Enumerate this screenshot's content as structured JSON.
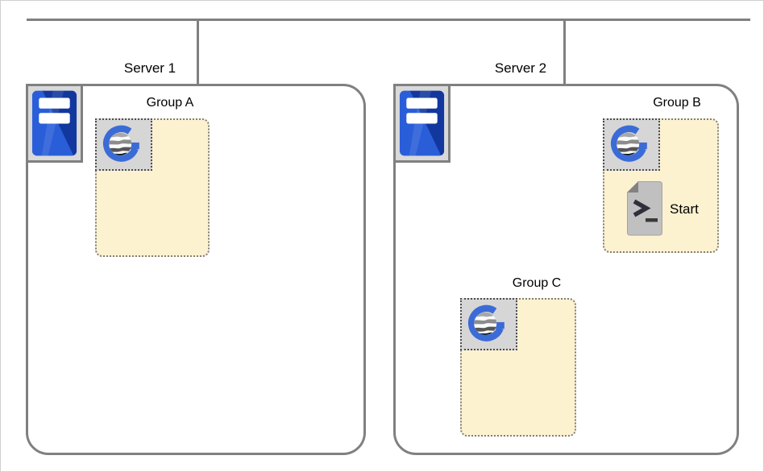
{
  "servers": [
    {
      "label": "Server 1",
      "icon": "server-tower-icon",
      "groups": [
        {
          "label": "Group A",
          "icon": "g-globe-icon",
          "items": []
        }
      ]
    },
    {
      "label": "Server 2",
      "icon": "server-tower-icon",
      "groups": [
        {
          "label": "Group B",
          "icon": "g-globe-icon",
          "items": [
            {
              "icon": "terminal-script-icon",
              "label": "Start"
            }
          ]
        },
        {
          "label": "Group C",
          "icon": "g-globe-icon",
          "items": []
        }
      ]
    }
  ],
  "colors": {
    "line_gray": "#808080",
    "server_box_border": "#808080",
    "group_fill": "#fdf2d0",
    "group_border": "#7f7f7f",
    "icon_square_fill": "#d6d6d6",
    "server_icon_square_fill": "#d9d9d9",
    "server_blue_light": "#2a5ed8",
    "server_blue_dark": "#12379e",
    "logo_blue": "#3b6bd6",
    "script_body_gray": "#c0c0c0",
    "script_fold_gray": "#828282",
    "label_text": "#000000"
  }
}
